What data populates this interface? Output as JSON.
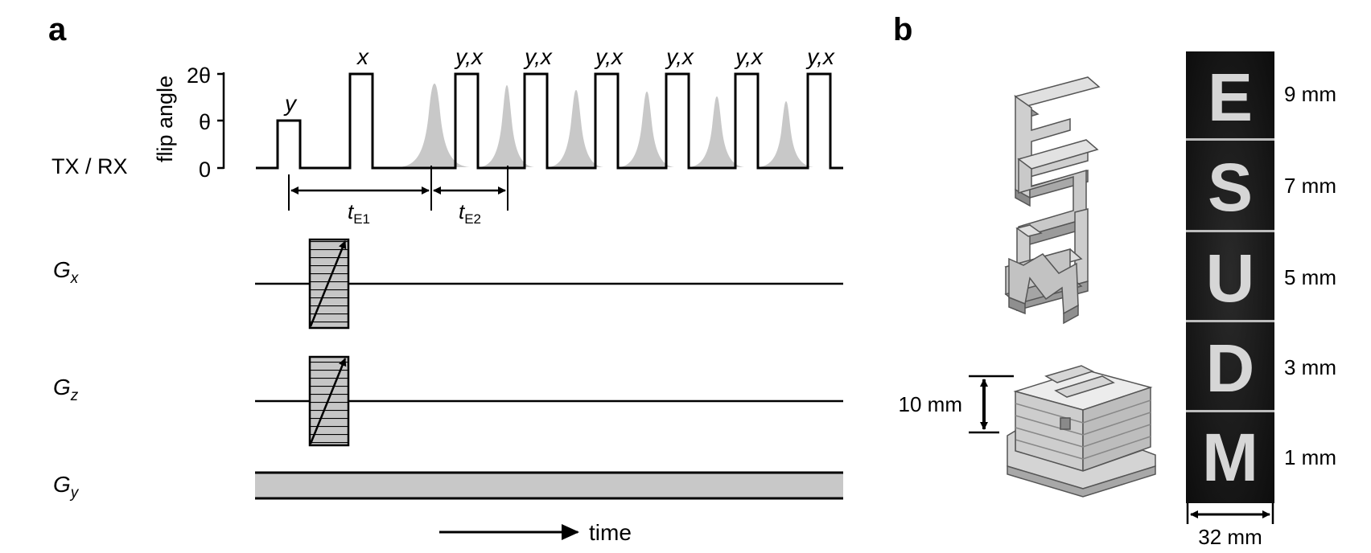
{
  "panel_a": {
    "label": "a",
    "axis_top": "flip angle",
    "axis_side": "TX / RX",
    "tick_2theta": "2θ",
    "tick_theta": "θ",
    "tick_zero": "0",
    "phase_y": "y",
    "phase_x": "x",
    "phase_yx": "y,x",
    "te1_main": "t",
    "te1_sub": "E1",
    "te2_main": "t",
    "te2_sub": "E2",
    "gx_main": "G",
    "gx_sub": "x",
    "gz_main": "G",
    "gz_sub": "z",
    "gy_main": "G",
    "gy_sub": "y",
    "time_label": "time"
  },
  "panel_b": {
    "label": "b",
    "dimension_height": "10 mm",
    "dimension_width": "32 mm",
    "letters": [
      {
        "char": "E",
        "depth": "9 mm"
      },
      {
        "char": "S",
        "depth": "7 mm"
      },
      {
        "char": "U",
        "depth": "5 mm"
      },
      {
        "char": "D",
        "depth": "3 mm"
      },
      {
        "char": "M",
        "depth": "1 mm"
      }
    ]
  }
}
